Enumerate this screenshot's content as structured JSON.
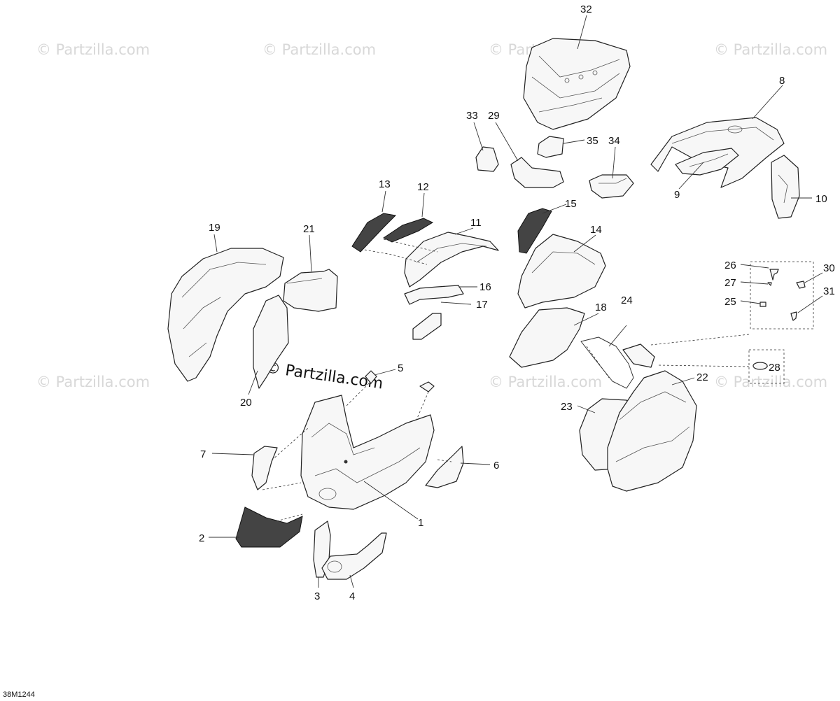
{
  "watermark": {
    "text": "© Partzilla.com",
    "center_text": "© Partzilla.com"
  },
  "drawing_code": "38M1244",
  "callouts": [
    {
      "id": "c1",
      "label": "1"
    },
    {
      "id": "c2",
      "label": "2"
    },
    {
      "id": "c3",
      "label": "3"
    },
    {
      "id": "c4",
      "label": "4"
    },
    {
      "id": "c5",
      "label": "5"
    },
    {
      "id": "c6",
      "label": "6"
    },
    {
      "id": "c7",
      "label": "7"
    },
    {
      "id": "c8",
      "label": "8"
    },
    {
      "id": "c9",
      "label": "9"
    },
    {
      "id": "c10",
      "label": "10"
    },
    {
      "id": "c11",
      "label": "11"
    },
    {
      "id": "c12",
      "label": "12"
    },
    {
      "id": "c13",
      "label": "13"
    },
    {
      "id": "c14",
      "label": "14"
    },
    {
      "id": "c15",
      "label": "15"
    },
    {
      "id": "c16",
      "label": "16"
    },
    {
      "id": "c17",
      "label": "17"
    },
    {
      "id": "c18",
      "label": "18"
    },
    {
      "id": "c19",
      "label": "19"
    },
    {
      "id": "c20",
      "label": "20"
    },
    {
      "id": "c21",
      "label": "21"
    },
    {
      "id": "c22",
      "label": "22"
    },
    {
      "id": "c23",
      "label": "23"
    },
    {
      "id": "c24",
      "label": "24"
    },
    {
      "id": "c25",
      "label": "25"
    },
    {
      "id": "c26",
      "label": "26"
    },
    {
      "id": "c27",
      "label": "27"
    },
    {
      "id": "c28",
      "label": "28"
    },
    {
      "id": "c29",
      "label": "29"
    },
    {
      "id": "c30",
      "label": "30"
    },
    {
      "id": "c31",
      "label": "31"
    },
    {
      "id": "c32",
      "label": "32"
    },
    {
      "id": "c33",
      "label": "33"
    },
    {
      "id": "c34",
      "label": "34"
    },
    {
      "id": "c35",
      "label": "35"
    }
  ]
}
